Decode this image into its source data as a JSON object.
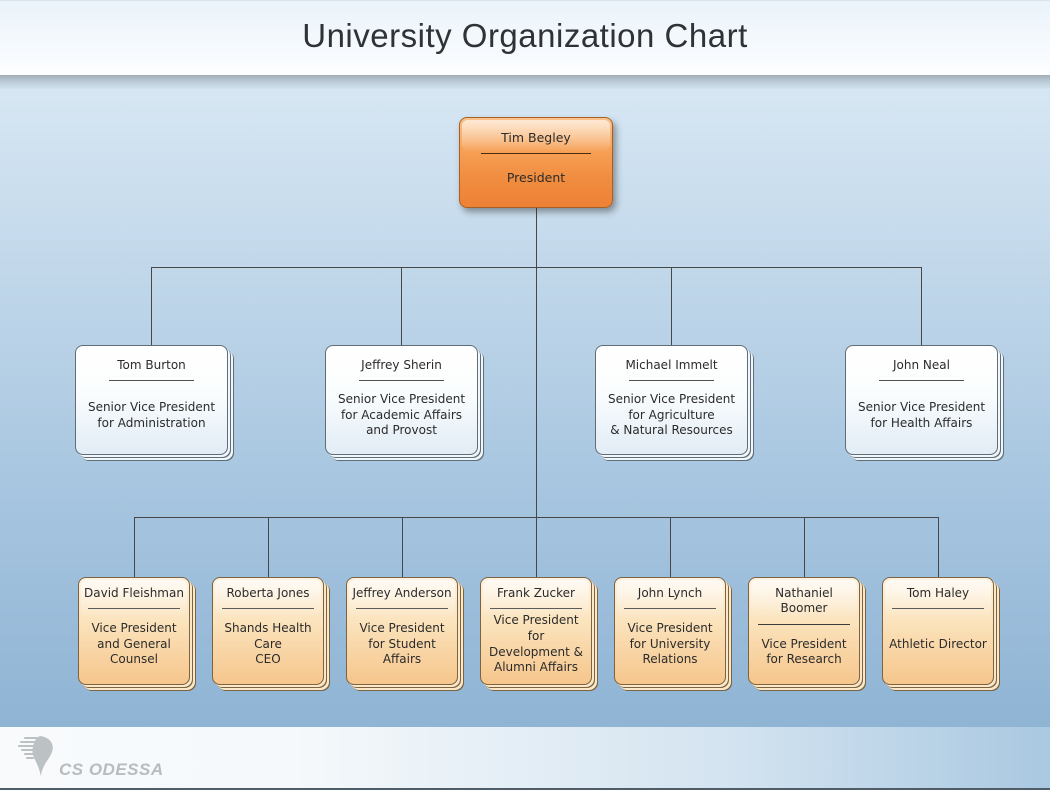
{
  "header": {
    "title": "University Organization Chart"
  },
  "org": {
    "president": {
      "name": "Tim Begley",
      "role": "President"
    },
    "vice_presidents": [
      {
        "name": "Tom Burton",
        "role": "Senior Vice President\nfor Administration"
      },
      {
        "name": "Jeffrey Sherin",
        "role": "Senior Vice President\nfor Academic Affairs\nand Provost"
      },
      {
        "name": "Michael Immelt",
        "role": "Senior Vice President\nfor Agriculture\n& Natural Resources"
      },
      {
        "name": "John Neal",
        "role": "Senior Vice President\nfor Health Affairs"
      }
    ],
    "directors": [
      {
        "name": "David Fleishman",
        "role": "Vice President\nand General\nCounsel"
      },
      {
        "name": "Roberta Jones",
        "role": "Shands Health\nCare\nCEO"
      },
      {
        "name": "Jeffrey Anderson",
        "role": "Vice President\nfor Student\nAffairs"
      },
      {
        "name": "Frank Zucker",
        "role": "Vice President\nfor\nDevelopment &\nAlumni Affairs"
      },
      {
        "name": "John Lynch",
        "role": "Vice President\nfor University\nRelations"
      },
      {
        "name": "Nathaniel\nBoomer",
        "role": "Vice President\nfor Research"
      },
      {
        "name": "Tom Haley",
        "role": "Athletic Director"
      }
    ]
  },
  "footer": {
    "logo_text": "CS ODESSA",
    "logo_icon": "tornado-swirl-icon"
  },
  "colors": {
    "president_box": "#f18e41",
    "president_border": "#a85f22",
    "level2_box": "#eef4f9",
    "level2_border": "#5f6d77",
    "level3_box": "#f8d2a0",
    "level3_border": "#7c6342",
    "connector": "#474747",
    "background_top": "#d6e6f3",
    "background_bottom": "#8fb4d4",
    "title_text": "#2f3236",
    "box_text": "#2b2b2b"
  }
}
